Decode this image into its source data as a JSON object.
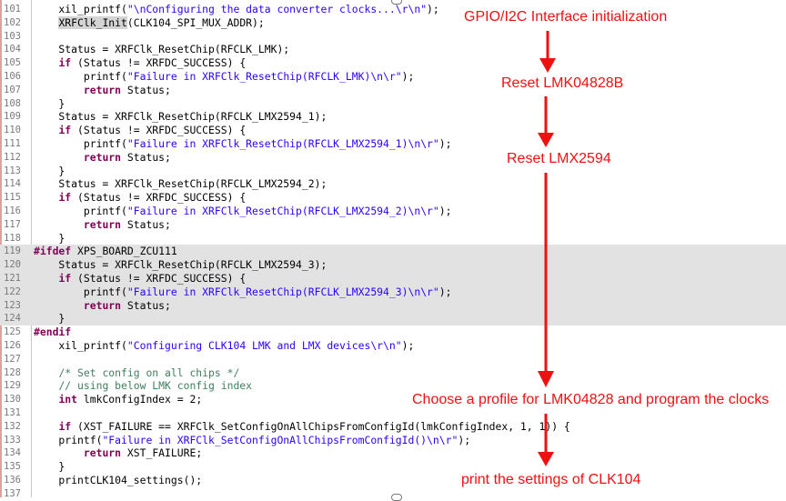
{
  "editor": {
    "lines": [
      {
        "num": "101",
        "hl": false,
        "tokens": [
          {
            "t": "    xil_printf(",
            "c": ""
          },
          {
            "t": "\"\\nConfiguring the data converter clocks...\\r\\n\"",
            "c": "str"
          },
          {
            "t": ");",
            "c": ""
          }
        ]
      },
      {
        "num": "102",
        "hl": false,
        "tokens": [
          {
            "t": "    ",
            "c": ""
          },
          {
            "t": "XRFClk_Init",
            "c": "fn-hl"
          },
          {
            "t": "(CLK104_SPI_MUX_ADDR);",
            "c": ""
          }
        ]
      },
      {
        "num": "103",
        "hl": false,
        "tokens": []
      },
      {
        "num": "104",
        "hl": false,
        "tokens": [
          {
            "t": "    Status = XRFClk_ResetChip(RFCLK_LMK);",
            "c": ""
          }
        ]
      },
      {
        "num": "105",
        "hl": false,
        "tokens": [
          {
            "t": "    ",
            "c": ""
          },
          {
            "t": "if",
            "c": "kw"
          },
          {
            "t": " (Status != XRFDC_SUCCESS) {",
            "c": ""
          }
        ]
      },
      {
        "num": "106",
        "hl": false,
        "tokens": [
          {
            "t": "        printf(",
            "c": ""
          },
          {
            "t": "\"Failure in XRFClk_ResetChip(RFCLK_LMK)\\n\\r\"",
            "c": "str"
          },
          {
            "t": ");",
            "c": ""
          }
        ]
      },
      {
        "num": "107",
        "hl": false,
        "tokens": [
          {
            "t": "        ",
            "c": ""
          },
          {
            "t": "return",
            "c": "kw"
          },
          {
            "t": " Status;",
            "c": ""
          }
        ]
      },
      {
        "num": "108",
        "hl": false,
        "tokens": [
          {
            "t": "    }",
            "c": ""
          }
        ]
      },
      {
        "num": "109",
        "hl": false,
        "tokens": [
          {
            "t": "    Status = XRFClk_ResetChip(RFCLK_LMX2594_1);",
            "c": ""
          }
        ]
      },
      {
        "num": "110",
        "hl": false,
        "tokens": [
          {
            "t": "    ",
            "c": ""
          },
          {
            "t": "if",
            "c": "kw"
          },
          {
            "t": " (Status != XRFDC_SUCCESS) {",
            "c": ""
          }
        ]
      },
      {
        "num": "111",
        "hl": false,
        "tokens": [
          {
            "t": "        printf(",
            "c": ""
          },
          {
            "t": "\"Failure in XRFClk_ResetChip(RFCLK_LMX2594_1)\\n\\r\"",
            "c": "str"
          },
          {
            "t": ");",
            "c": ""
          }
        ]
      },
      {
        "num": "112",
        "hl": false,
        "tokens": [
          {
            "t": "        ",
            "c": ""
          },
          {
            "t": "return",
            "c": "kw"
          },
          {
            "t": " Status;",
            "c": ""
          }
        ]
      },
      {
        "num": "113",
        "hl": false,
        "tokens": [
          {
            "t": "    }",
            "c": ""
          }
        ]
      },
      {
        "num": "114",
        "hl": false,
        "tokens": [
          {
            "t": "    Status = XRFClk_ResetChip(RFCLK_LMX2594_2);",
            "c": ""
          }
        ]
      },
      {
        "num": "115",
        "hl": false,
        "tokens": [
          {
            "t": "    ",
            "c": ""
          },
          {
            "t": "if",
            "c": "kw"
          },
          {
            "t": " (Status != XRFDC_SUCCESS) {",
            "c": ""
          }
        ]
      },
      {
        "num": "116",
        "hl": false,
        "tokens": [
          {
            "t": "        printf(",
            "c": ""
          },
          {
            "t": "\"Failure in XRFClk_ResetChip(RFCLK_LMX2594_2)\\n\\r\"",
            "c": "str"
          },
          {
            "t": ");",
            "c": ""
          }
        ]
      },
      {
        "num": "117",
        "hl": false,
        "tokens": [
          {
            "t": "        ",
            "c": ""
          },
          {
            "t": "return",
            "c": "kw"
          },
          {
            "t": " Status;",
            "c": ""
          }
        ]
      },
      {
        "num": "118",
        "hl": false,
        "tokens": [
          {
            "t": "    }",
            "c": ""
          }
        ]
      },
      {
        "num": "119",
        "hl": true,
        "tokens": [
          {
            "t": "#ifdef",
            "c": "kw"
          },
          {
            "t": " XPS_BOARD_ZCU111",
            "c": ""
          }
        ]
      },
      {
        "num": "120",
        "hl": true,
        "tokens": [
          {
            "t": "    Status = XRFClk_ResetChip(RFCLK_LMX2594_3);",
            "c": ""
          }
        ]
      },
      {
        "num": "121",
        "hl": true,
        "tokens": [
          {
            "t": "    ",
            "c": ""
          },
          {
            "t": "if",
            "c": "kw"
          },
          {
            "t": " (Status != XRFDC_SUCCESS) {",
            "c": ""
          }
        ]
      },
      {
        "num": "122",
        "hl": true,
        "tokens": [
          {
            "t": "        printf(",
            "c": ""
          },
          {
            "t": "\"Failure in XRFClk_ResetChip(RFCLK_LMX2594_3)\\n\\r\"",
            "c": "str"
          },
          {
            "t": ");",
            "c": ""
          }
        ]
      },
      {
        "num": "123",
        "hl": true,
        "tokens": [
          {
            "t": "        ",
            "c": ""
          },
          {
            "t": "return",
            "c": "kw"
          },
          {
            "t": " Status;",
            "c": ""
          }
        ]
      },
      {
        "num": "124",
        "hl": true,
        "tokens": [
          {
            "t": "    }",
            "c": ""
          }
        ]
      },
      {
        "num": "125",
        "hl": false,
        "tokens": [
          {
            "t": "#endif",
            "c": "kw"
          }
        ]
      },
      {
        "num": "126",
        "hl": false,
        "tokens": [
          {
            "t": "    xil_printf(",
            "c": ""
          },
          {
            "t": "\"Configuring CLK104 LMK and LMX devices\\r\\n\"",
            "c": "str"
          },
          {
            "t": ");",
            "c": ""
          }
        ]
      },
      {
        "num": "127",
        "hl": false,
        "tokens": []
      },
      {
        "num": "128",
        "hl": false,
        "tokens": [
          {
            "t": "    ",
            "c": ""
          },
          {
            "t": "/* Set config on all chips */",
            "c": "cmt"
          }
        ]
      },
      {
        "num": "129",
        "hl": false,
        "tokens": [
          {
            "t": "    ",
            "c": ""
          },
          {
            "t": "// using below LMK config index",
            "c": "cmt"
          }
        ]
      },
      {
        "num": "130",
        "hl": false,
        "tokens": [
          {
            "t": "    ",
            "c": ""
          },
          {
            "t": "int",
            "c": "kw"
          },
          {
            "t": " lmkConfigIndex = 2;",
            "c": ""
          }
        ]
      },
      {
        "num": "131",
        "hl": false,
        "tokens": []
      },
      {
        "num": "132",
        "hl": false,
        "tokens": [
          {
            "t": "    ",
            "c": ""
          },
          {
            "t": "if",
            "c": "kw"
          },
          {
            "t": " (XST_FAILURE == XRFClk_SetConfigOnAllChipsFromConfigId(lmkConfigIndex, 1, 1)) {",
            "c": ""
          }
        ]
      },
      {
        "num": "133",
        "hl": false,
        "tokens": [
          {
            "t": "    printf(",
            "c": ""
          },
          {
            "t": "\"Failure in XRFClk_SetConfigOnAllChipsFromConfigId()\\n\\r\"",
            "c": "str"
          },
          {
            "t": ");",
            "c": ""
          }
        ]
      },
      {
        "num": "134",
        "hl": false,
        "tokens": [
          {
            "t": "        ",
            "c": ""
          },
          {
            "t": "return",
            "c": "kw"
          },
          {
            "t": " XST_FAILURE;",
            "c": ""
          }
        ]
      },
      {
        "num": "135",
        "hl": false,
        "tokens": [
          {
            "t": "    }",
            "c": ""
          }
        ]
      },
      {
        "num": "136",
        "hl": false,
        "tokens": [
          {
            "t": "    printCLK104_settings();",
            "c": ""
          }
        ]
      },
      {
        "num": "137",
        "hl": false,
        "tokens": []
      }
    ]
  },
  "annotations": {
    "a1": "GPIO/I2C Interface initialization",
    "a2": "Reset LMK04828B",
    "a3": "Reset LMX2594",
    "a4": "Choose a profile for LMK04828 and program the clocks",
    "a5": "print the settings of CLK104"
  },
  "colors": {
    "annotation": "#ee1111",
    "keyword": "#7f0055",
    "string": "#2a00ff",
    "comment": "#3f7f5f",
    "highlight_bg": "#e2e2e2"
  }
}
